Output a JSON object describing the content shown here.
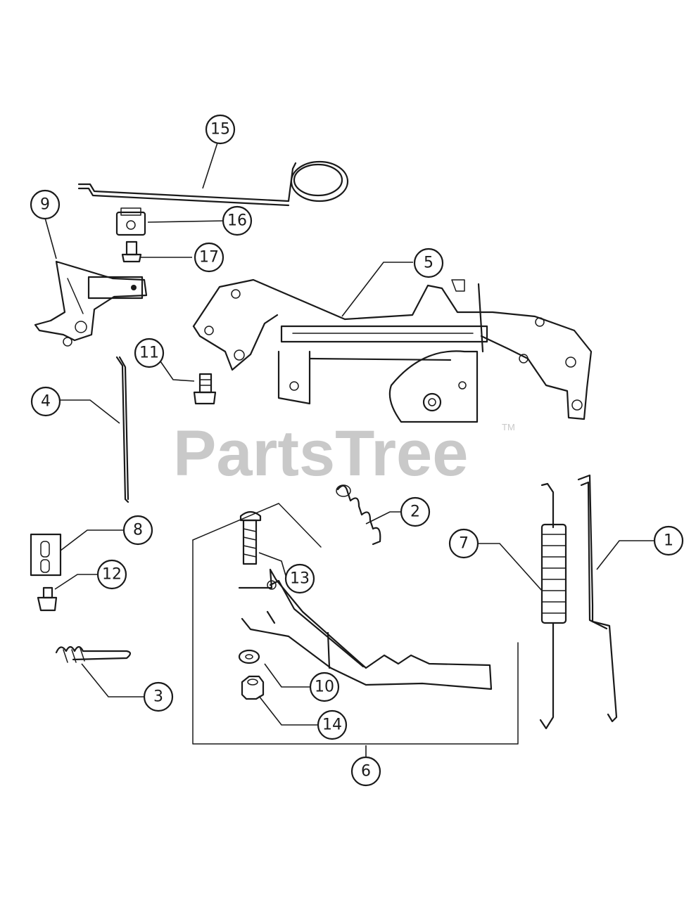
{
  "watermark": {
    "text": "PartsTree",
    "trademark": "TM"
  },
  "callouts": [
    {
      "key": "c15",
      "label": "15",
      "part": "rod-with-coil"
    },
    {
      "key": "c16",
      "label": "16",
      "part": "clip"
    },
    {
      "key": "c17",
      "label": "17",
      "part": "screw"
    },
    {
      "key": "c9",
      "label": "9",
      "part": "bracket-lever"
    },
    {
      "key": "c5",
      "label": "5",
      "part": "control-bracket"
    },
    {
      "key": "c11",
      "label": "11",
      "part": "bolt"
    },
    {
      "key": "c4",
      "label": "4",
      "part": "rod"
    },
    {
      "key": "c2",
      "label": "2",
      "part": "spring"
    },
    {
      "key": "c1",
      "label": "1",
      "part": "rod"
    },
    {
      "key": "c7",
      "label": "7",
      "part": "extension-spring"
    },
    {
      "key": "c8",
      "label": "8",
      "part": "plate"
    },
    {
      "key": "c13",
      "label": "13",
      "part": "bolt"
    },
    {
      "key": "c12",
      "label": "12",
      "part": "screw"
    },
    {
      "key": "c3",
      "label": "3",
      "part": "torsion-spring"
    },
    {
      "key": "c10",
      "label": "10",
      "part": "washer"
    },
    {
      "key": "c14",
      "label": "14",
      "part": "nut"
    },
    {
      "key": "c6",
      "label": "6",
      "part": "lever-assembly"
    }
  ]
}
